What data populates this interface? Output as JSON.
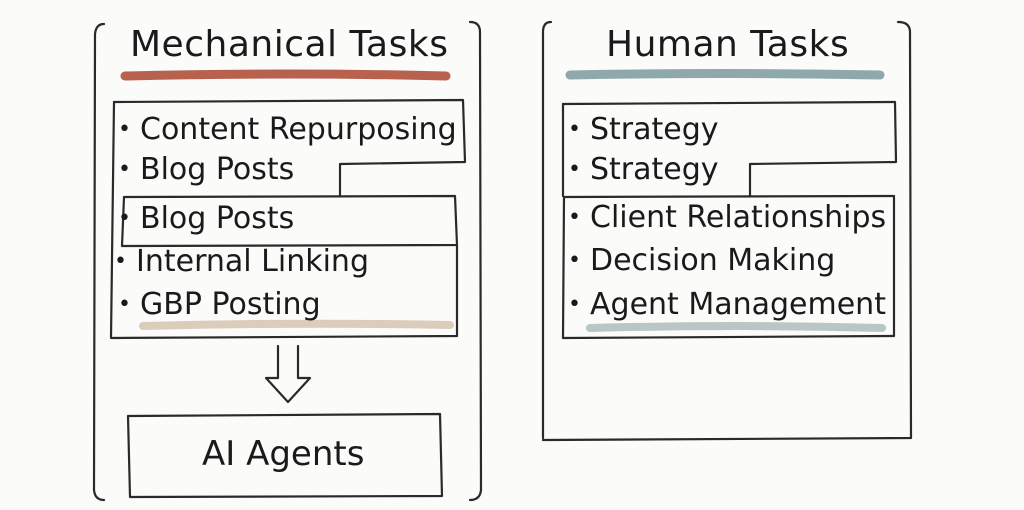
{
  "mechanical": {
    "title": "Mechanical Tasks",
    "accent": "#b8614f",
    "items": [
      "Content Repurposing",
      "Blog Posts",
      "Blog Posts",
      "Internal Linking",
      "GBP Posting"
    ],
    "highlight_color": "#d4c0ad",
    "output_label": "AI Agents"
  },
  "human": {
    "title": "Human Tasks",
    "accent": "#8fa8ab",
    "items": [
      "Strategy",
      "Strategy",
      "Client Relationships",
      "Decision Making",
      "Agent Management"
    ],
    "highlight_color": "#a9b9b9"
  },
  "icons": {
    "flow_arrow": "down-arrow-icon",
    "bullet": "•"
  }
}
